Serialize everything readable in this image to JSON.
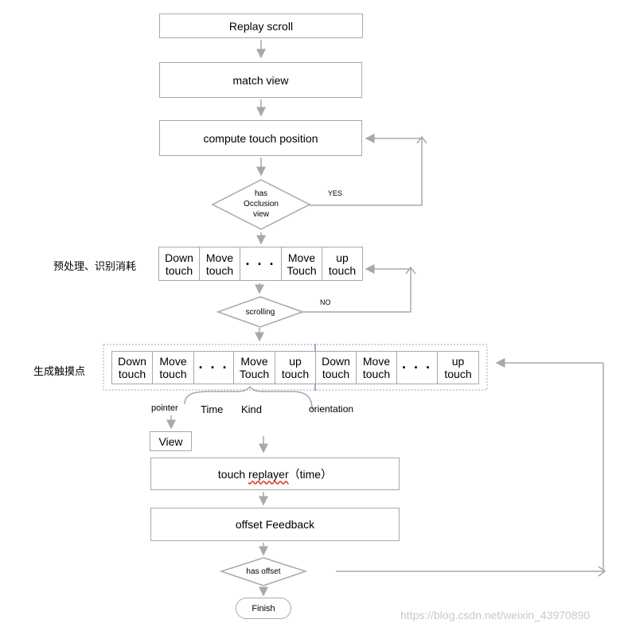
{
  "nodes": {
    "replay_scroll": "Replay scroll",
    "match_view": "match view",
    "compute_touch_position": "compute touch position",
    "has_occlusion_view": "has\nOcclusion\nview",
    "yes_label": "YES",
    "no_label": "NO",
    "scrolling": "scrolling",
    "view": "View",
    "touch_replayer_prefix": "touch ",
    "touch_replayer_word": "replayer",
    "touch_replayer_suffix": "（time）",
    "offset_feedback": "offset Feedback",
    "has_offset": "has offset",
    "finish": "Finish"
  },
  "labels": {
    "preprocess": "预处理、识别消耗",
    "generate_points": "生成触摸点",
    "pointer": "pointer",
    "time": "Time",
    "kind": "Kind",
    "orientation": "orientation"
  },
  "row1": [
    "Down\ntouch",
    "Move\ntouch",
    "· · ·",
    "Move\nTouch",
    "up\ntouch"
  ],
  "row2": [
    "Down\ntouch",
    "Move\ntouch",
    "· · ·",
    "Move\nTouch",
    "up\ntouch",
    "Down\ntouch",
    "Move\ntouch",
    "· · ·",
    "up\ntouch"
  ],
  "watermark": "https://blog.csdn.net/weixin_43970890",
  "colors": {
    "line": "#a8a8a8",
    "dotted": "#b4b4d0",
    "divider": "#8888bb"
  }
}
